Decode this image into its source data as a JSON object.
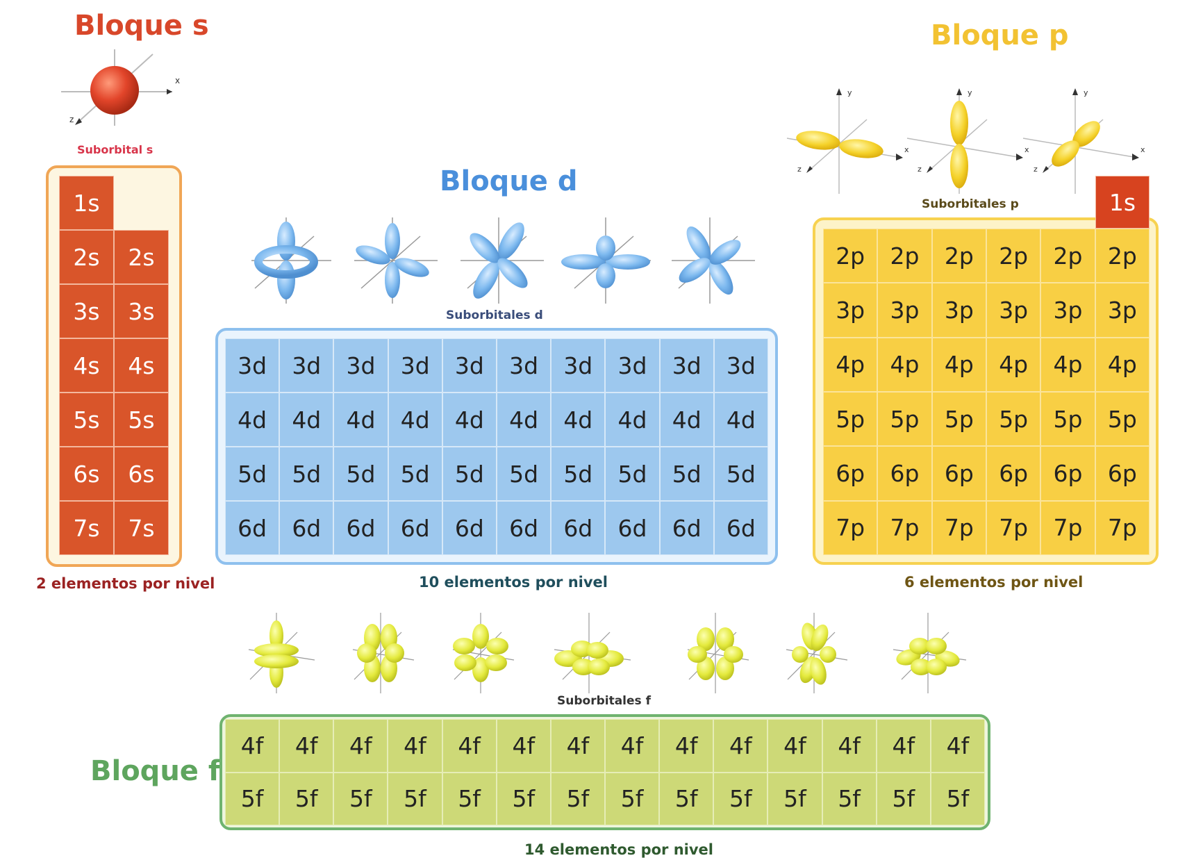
{
  "colors": {
    "s_block": "#d9552a",
    "s_title": "#d8472a",
    "d_block": "#9dc8ee",
    "d_title": "#4a8fdb",
    "p_block": "#f8cf44",
    "p_title": "#f2c232",
    "f_block": "#cdd977",
    "f_title": "#5ea55e",
    "p_extra_1s": "#d7431f"
  },
  "s": {
    "title": "Bloque s",
    "caption": "Suborbital s",
    "count": "2 elementos por nivel",
    "first_cell": "1s",
    "rows": [
      [
        "2s",
        "2s"
      ],
      [
        "3s",
        "3s"
      ],
      [
        "4s",
        "4s"
      ],
      [
        "5s",
        "5s"
      ],
      [
        "6s",
        "6s"
      ],
      [
        "7s",
        "7s"
      ]
    ]
  },
  "d": {
    "title": "Bloque d",
    "caption": "Suborbitales d",
    "count": "10 elementos por nivel",
    "rows": [
      [
        "3d",
        "3d",
        "3d",
        "3d",
        "3d",
        "3d",
        "3d",
        "3d",
        "3d",
        "3d"
      ],
      [
        "4d",
        "4d",
        "4d",
        "4d",
        "4d",
        "4d",
        "4d",
        "4d",
        "4d",
        "4d"
      ],
      [
        "5d",
        "5d",
        "5d",
        "5d",
        "5d",
        "5d",
        "5d",
        "5d",
        "5d",
        "5d"
      ],
      [
        "6d",
        "6d",
        "6d",
        "6d",
        "6d",
        "6d",
        "6d",
        "6d",
        "6d",
        "6d"
      ]
    ]
  },
  "p": {
    "title": "Bloque p",
    "caption": "Suborbitales p",
    "count": "6 elementos por nivel",
    "extra_cell": "1s",
    "rows": [
      [
        "2p",
        "2p",
        "2p",
        "2p",
        "2p",
        "2p"
      ],
      [
        "3p",
        "3p",
        "3p",
        "3p",
        "3p",
        "3p"
      ],
      [
        "4p",
        "4p",
        "4p",
        "4p",
        "4p",
        "4p"
      ],
      [
        "5p",
        "5p",
        "5p",
        "5p",
        "5p",
        "5p"
      ],
      [
        "6p",
        "6p",
        "6p",
        "6p",
        "6p",
        "6p"
      ],
      [
        "7p",
        "7p",
        "7p",
        "7p",
        "7p",
        "7p"
      ]
    ]
  },
  "f": {
    "title": "Bloque f",
    "caption": "Suborbitales f",
    "count": "14 elementos por nivel",
    "rows": [
      [
        "4f",
        "4f",
        "4f",
        "4f",
        "4f",
        "4f",
        "4f",
        "4f",
        "4f",
        "4f",
        "4f",
        "4f",
        "4f",
        "4f"
      ],
      [
        "5f",
        "5f",
        "5f",
        "5f",
        "5f",
        "5f",
        "5f",
        "5f",
        "5f",
        "5f",
        "5f",
        "5f",
        "5f",
        "5f"
      ]
    ]
  },
  "axis_labels": {
    "x": "x",
    "y": "y",
    "z": "z"
  }
}
